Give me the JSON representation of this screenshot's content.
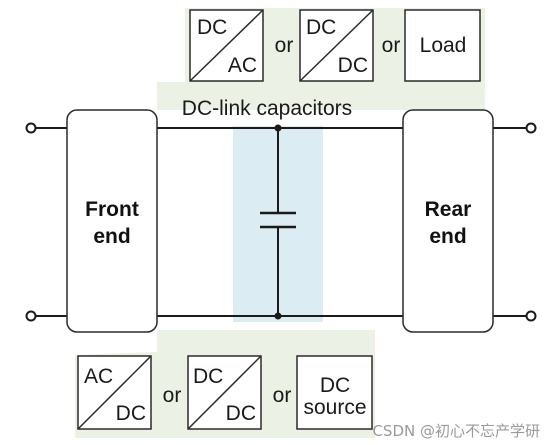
{
  "colors": {
    "converter_fill": "#e7eedf",
    "capacitor_band": "#d7ebf1",
    "wire": "#1a1a1a"
  },
  "top_converters": [
    {
      "kind": "converter",
      "in_label": "DC",
      "out_label": "AC"
    },
    {
      "kind": "converter",
      "in_label": "DC",
      "out_label": "DC"
    },
    {
      "kind": "load",
      "label": "Load"
    }
  ],
  "top_or": [
    "or",
    "or"
  ],
  "bottom_converters": [
    {
      "kind": "converter",
      "in_label": "AC",
      "out_label": "DC"
    },
    {
      "kind": "converter",
      "in_label": "DC",
      "out_label": "DC"
    },
    {
      "kind": "source",
      "line1": "DC",
      "line2": "source"
    }
  ],
  "bottom_or": [
    "or",
    "or"
  ],
  "dc_link_label": "DC-link capacitors",
  "front_block": {
    "line1": "Front",
    "line2": "end"
  },
  "rear_block": {
    "line1": "Rear",
    "line2": "end"
  },
  "watermark": "CSDN @初心不忘产学研"
}
